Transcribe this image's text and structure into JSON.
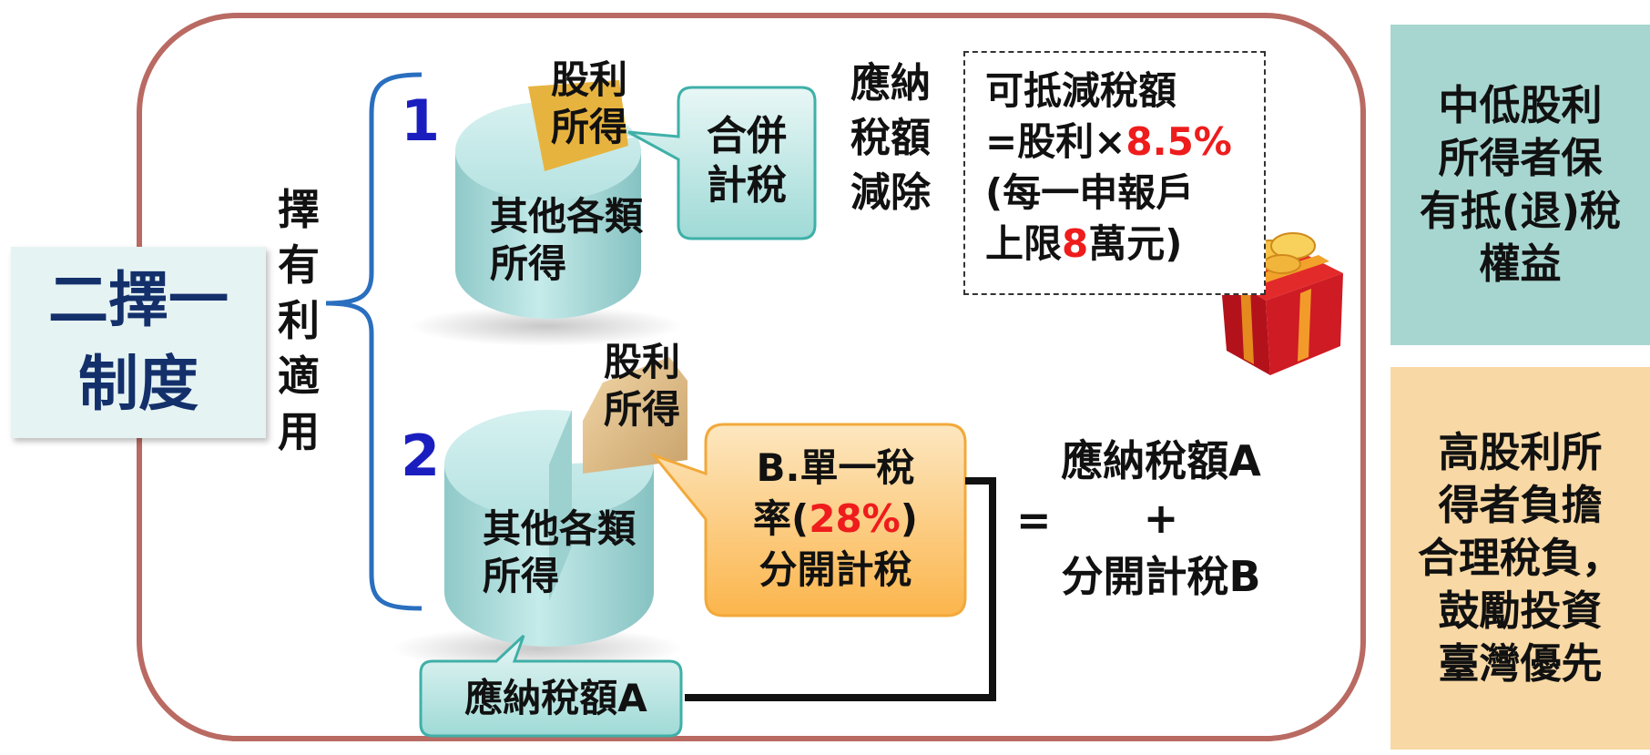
{
  "system": {
    "line1": "二擇一",
    "line2": "制度"
  },
  "choose": [
    "擇",
    "有",
    "利",
    "適",
    "用"
  ],
  "option1": {
    "number": "1",
    "dividend_label": [
      "股利",
      "所得"
    ],
    "other_label": [
      "其他各類",
      "所得"
    ],
    "callout": [
      "合併",
      "計稅"
    ],
    "deduct_label": [
      "應納",
      "稅額",
      "減除"
    ],
    "box": {
      "line1": "可抵減稅額",
      "line2_pre": "=股利×",
      "line2_rate": "8.5%",
      "line3": "(每一申報戶",
      "line4_pre": "上限",
      "line4_num": "8",
      "line4_post": "萬元)"
    }
  },
  "option2": {
    "number": "2",
    "dividend_label": [
      "股利",
      "所得"
    ],
    "other_label": [
      "其他各類",
      "所得"
    ],
    "callout": {
      "line1": "B.單一稅",
      "line2_pre": "率(",
      "line2_rate": "28%",
      "line2_post": ")",
      "line3": "分開計稅"
    },
    "tax_a_label": "應納稅額A",
    "equation": {
      "eq": "=",
      "line1": "應納稅額A",
      "plus": "+",
      "line2": "分開計稅B"
    }
  },
  "side": {
    "box1": [
      "中低股利",
      "所得者保",
      "有抵(退)稅",
      "權益"
    ],
    "box2": [
      "高股利所",
      "得者負擔",
      "合理稅負，",
      "鼓勵投資",
      "臺灣優先"
    ]
  },
  "colors": {
    "frame": "#b96a62",
    "navy": "#13306b",
    "number_blue": "#1b1ebf",
    "accent_red": "#ee1c1c",
    "teal_side": "#a7d6d0",
    "orange_side": "#f8d8a4",
    "cylinder": "#a9dcdb",
    "callout_orange": "#fcc46a"
  },
  "icons": [
    "gift-icon"
  ]
}
